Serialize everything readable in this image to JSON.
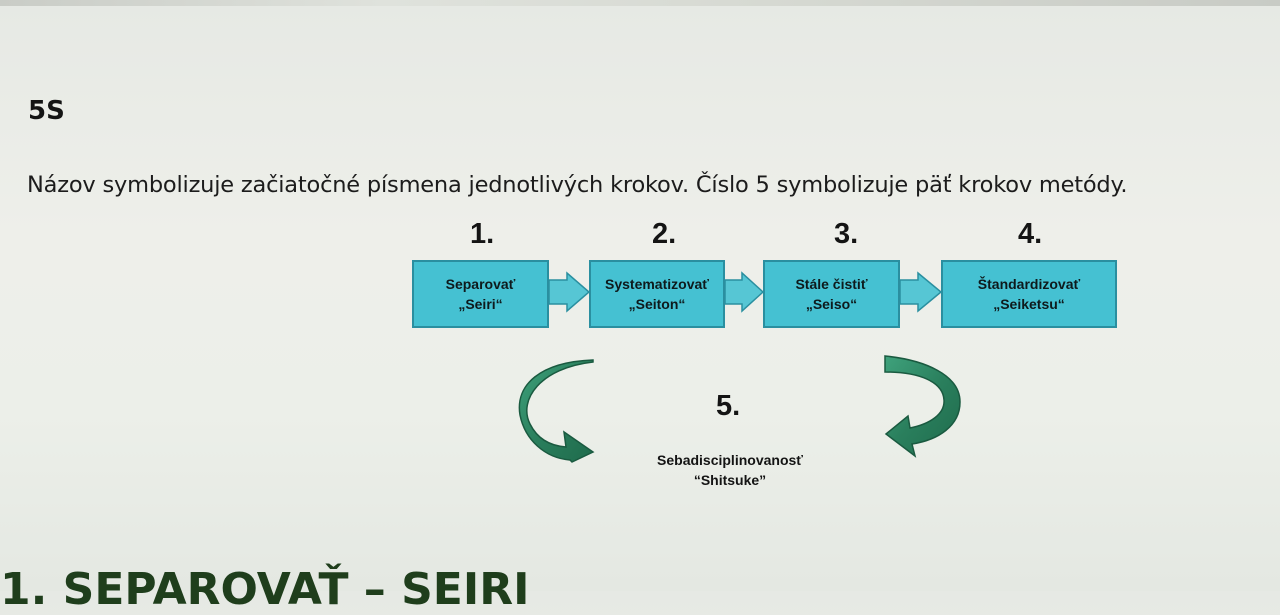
{
  "title": "5S",
  "description": "Názov symbolizuje začiatočné písmena jednotlivých krokov. Číslo 5 symbolizuje päť krokov metódy.",
  "steps": [
    {
      "number": "1.",
      "name": "Separovať",
      "japanese": "„Seiri“"
    },
    {
      "number": "2.",
      "name": "Systematizovať",
      "japanese": "„Seiton“"
    },
    {
      "number": "3.",
      "name": "Stále čistiť",
      "japanese": "„Seiso“"
    },
    {
      "number": "4.",
      "name": "Štandardizovať",
      "japanese": "„Seiketsu“"
    }
  ],
  "step5": {
    "number": "5.",
    "name": "Sebadisciplinovanosť",
    "japanese": "“Shitsuke”"
  },
  "bottom_heading": "1. SEPAROVAŤ – SEIRI",
  "colors": {
    "box_fill": "#45c1d2",
    "box_border": "#2a8fa0",
    "arrow_fill": "#56c6d4",
    "curved_arrow": "#2e8b6a"
  }
}
